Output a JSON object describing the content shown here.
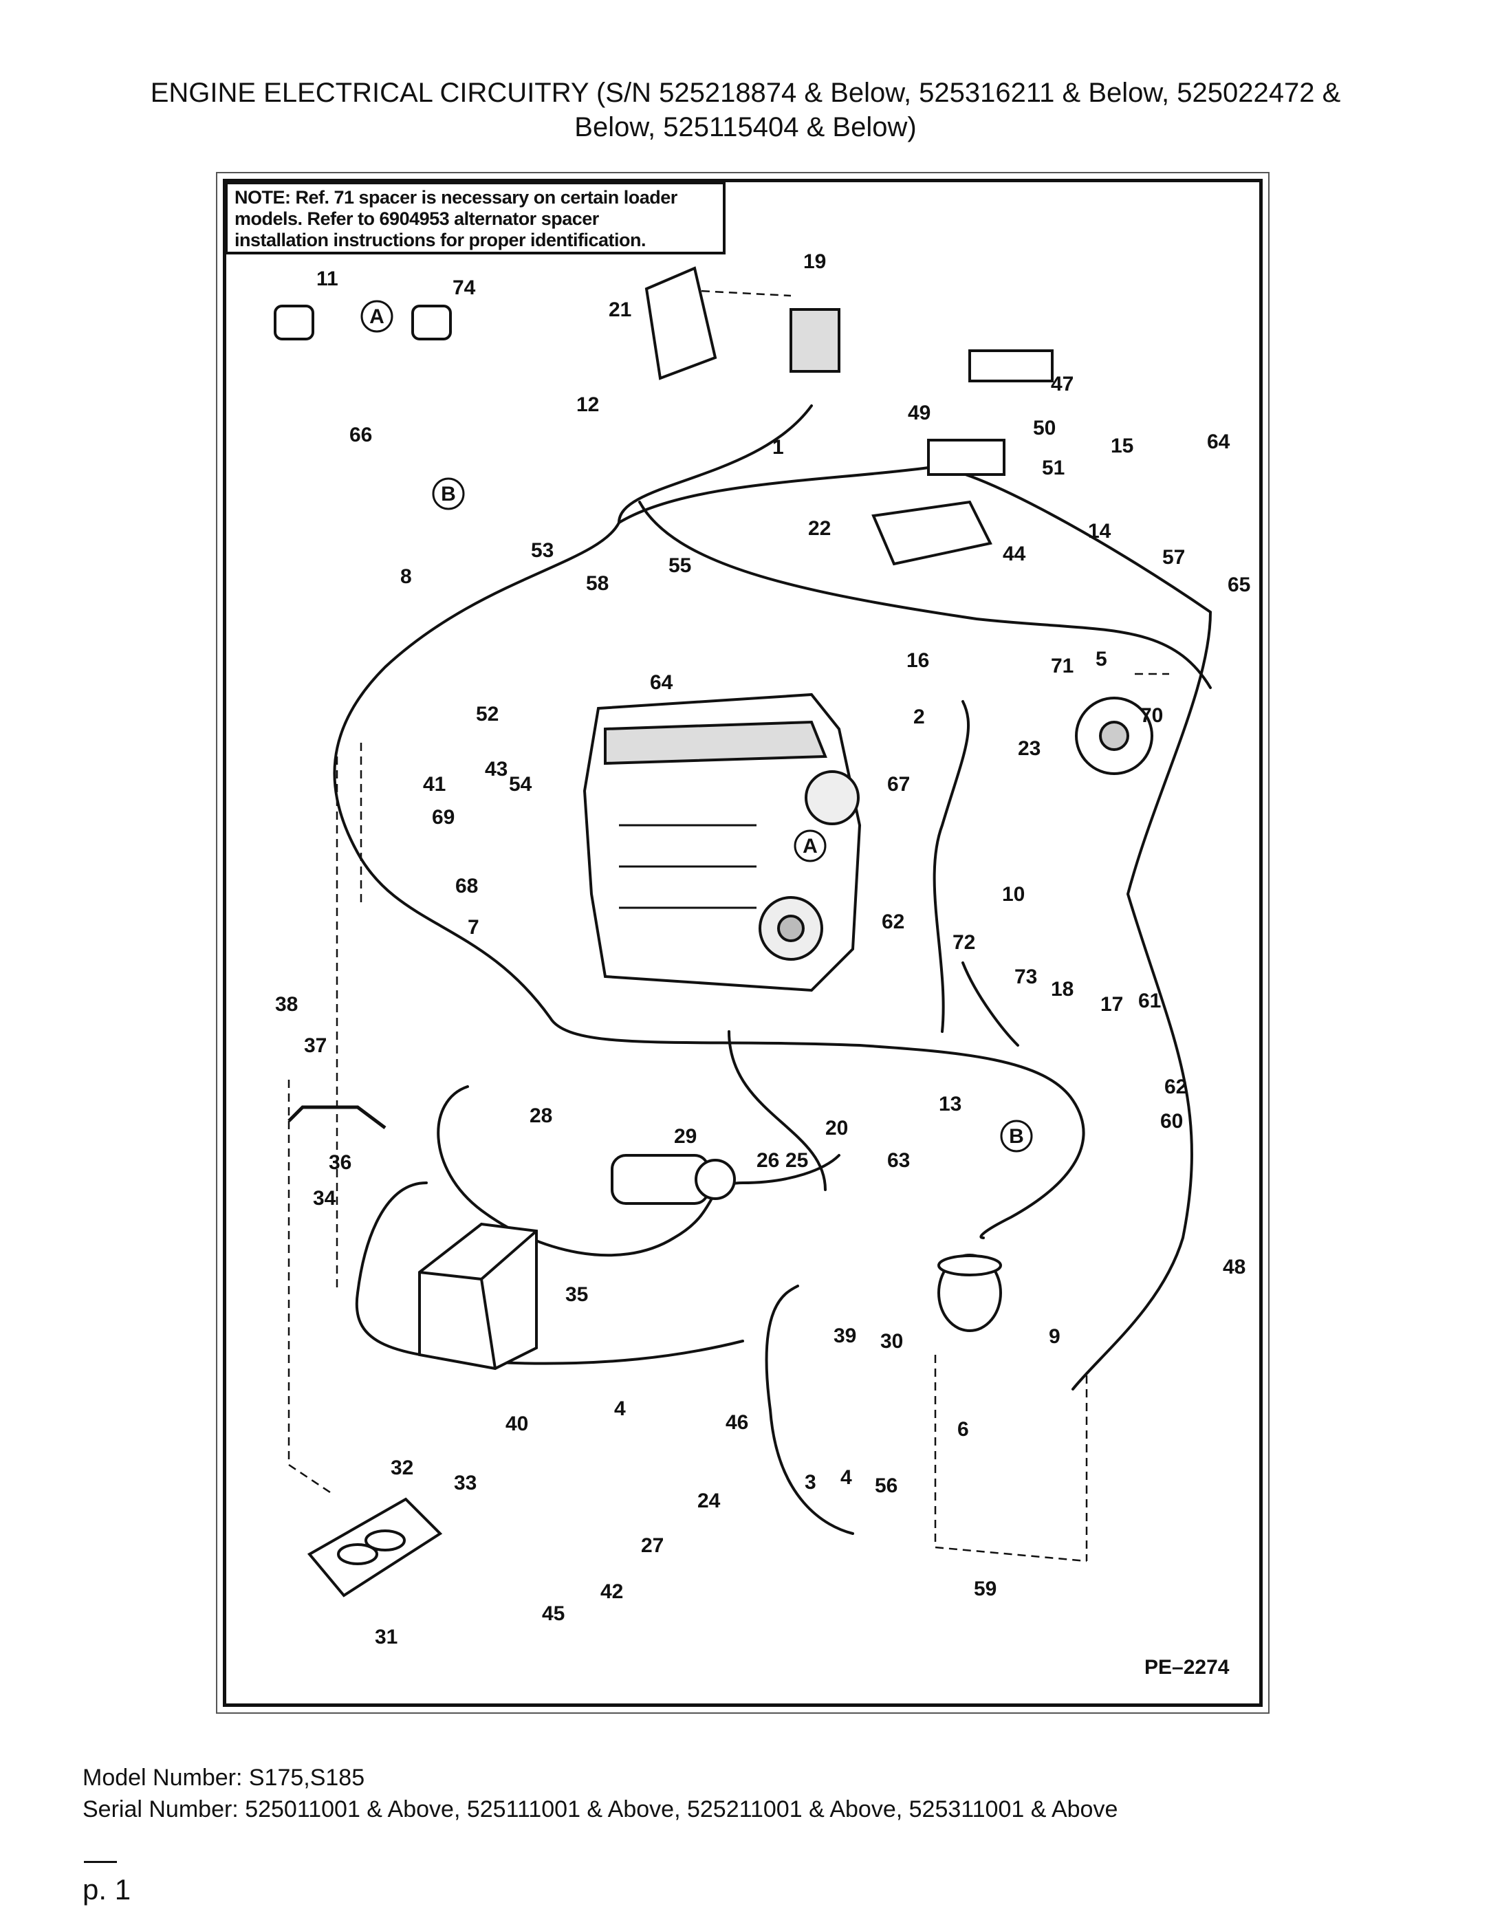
{
  "title_lines": [
    "ENGINE ELECTRICAL CIRCUITRY (S/N 525218874 & Below, 525316211 & Below, 525022472 &",
    "Below, 525115404 & Below)"
  ],
  "note_lines": [
    "NOTE: Ref. 71 spacer is necessary on certain loader",
    "models.  Refer  to  6904953  alternator  spacer",
    "installation instructions for proper identification."
  ],
  "figure_id": "PE–2274",
  "callouts": [
    "11",
    "74",
    "19",
    "21",
    "12",
    "66",
    "47",
    "49",
    "50",
    "51",
    "1",
    "15",
    "64",
    "22",
    "44",
    "14",
    "53",
    "55",
    "57",
    "65",
    "8",
    "58",
    "64",
    "16",
    "71",
    "5",
    "2",
    "70",
    "52",
    "23",
    "41",
    "43",
    "54",
    "67",
    "69",
    "68",
    "10",
    "62",
    "72",
    "7",
    "73",
    "18",
    "17",
    "61",
    "38",
    "37",
    "62",
    "60",
    "13",
    "20",
    "63",
    "28",
    "29",
    "26",
    "25",
    "36",
    "34",
    "35",
    "48",
    "9",
    "39",
    "30",
    "40",
    "4",
    "46",
    "6",
    "3",
    "4",
    "56",
    "24",
    "32",
    "33",
    "27",
    "59",
    "42",
    "45",
    "31"
  ],
  "circle_markers": [
    "A",
    "B",
    "A",
    "B"
  ],
  "footer": {
    "model": "Model Number: S175,S185",
    "serial": "Serial Number: 525011001 & Above, 525111001 & Above, 525211001 & Above, 525311001 & Above",
    "page": "p. 1"
  },
  "colors": {
    "line": "#111111",
    "background": "#ffffff"
  }
}
